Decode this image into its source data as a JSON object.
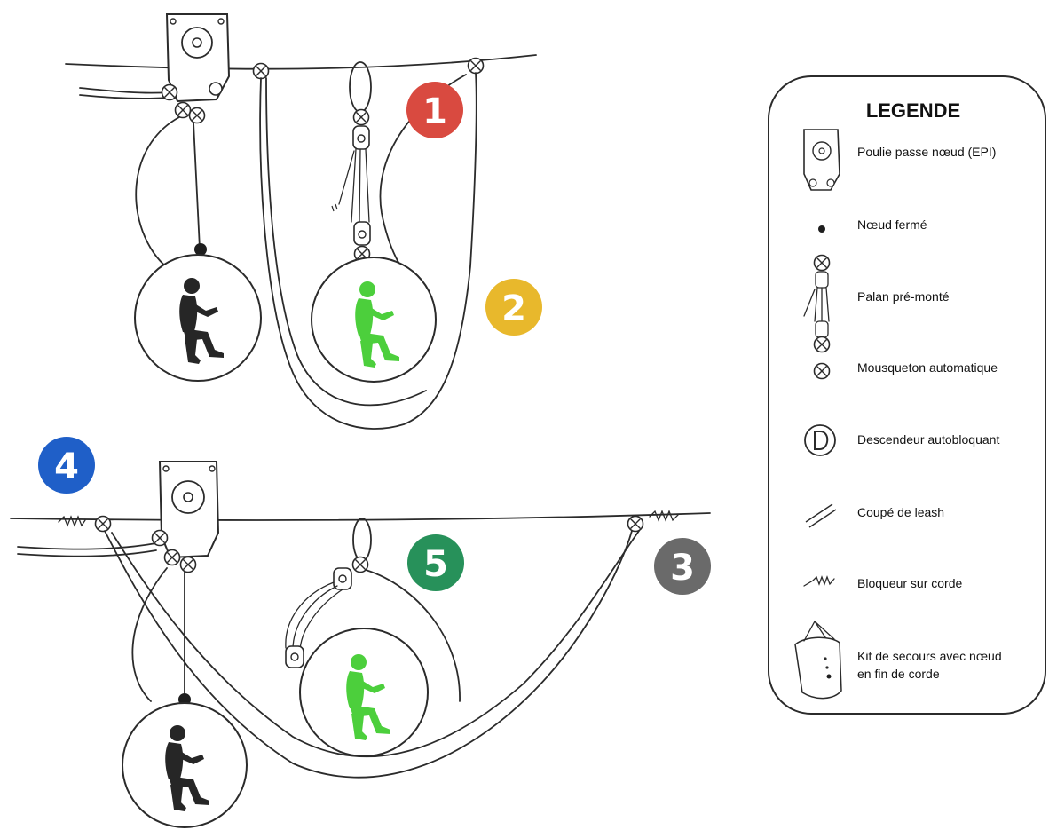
{
  "legend": {
    "title": "LEGENDE",
    "items": [
      {
        "icon": "pulley-icon",
        "label": "Poulie passe nœud (EPI)"
      },
      {
        "icon": "closed-knot-icon",
        "label": "Nœud fermé"
      },
      {
        "icon": "pre-rigged-pulley-system-icon",
        "label": "Palan pré-monté"
      },
      {
        "icon": "auto-carabiner-icon",
        "label": "Mousqueton automatique"
      },
      {
        "icon": "self-braking-descender-icon",
        "label": "Descendeur autobloquant"
      },
      {
        "icon": "leash-cut-icon",
        "label": "Coupé de leash"
      },
      {
        "icon": "rope-clamp-icon",
        "label": "Bloqueur sur corde"
      },
      {
        "icon": "rescue-kit-bag-icon",
        "label": "Kit de secours avec nœud",
        "label2": "en fin de corde"
      }
    ]
  },
  "badges": [
    {
      "number": "1",
      "color": "#d94a40"
    },
    {
      "number": "2",
      "color": "#e8b82c"
    },
    {
      "number": "3",
      "color": "#6a6a6a"
    },
    {
      "number": "4",
      "color": "#1f5fc8"
    },
    {
      "number": "5",
      "color": "#27915a"
    }
  ],
  "colors": {
    "victim_figure": "#2a2a2a",
    "rescuer_figure": "#4ccf3c",
    "line": "#2b2b2b"
  }
}
